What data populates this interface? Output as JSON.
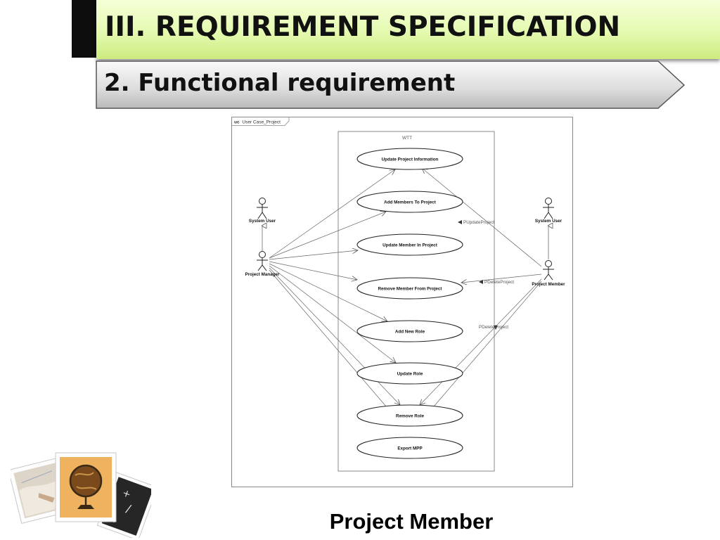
{
  "slide": {
    "title": "III. REQUIREMENT SPECIFICATION",
    "subtitle": "2. Functional requirement",
    "caption": "Project Member"
  },
  "diagram": {
    "frame_keyword": "uc",
    "frame_label": "User Case_Project",
    "system_name": "WTT",
    "actors": {
      "left_general": "System User",
      "left_actor": "Project Manager",
      "right_general": "System User",
      "right_actor": "Project Member"
    },
    "use_cases": [
      "Update Project Information",
      "Add Members To Project",
      "Update Member In Project",
      "Remove Member From Project",
      "Add New Role",
      "Update Role",
      "Remove Role",
      "Export MPP"
    ],
    "permissions": [
      "PUpdateProject",
      "PDeleteProject",
      "PDeleteProject"
    ]
  }
}
